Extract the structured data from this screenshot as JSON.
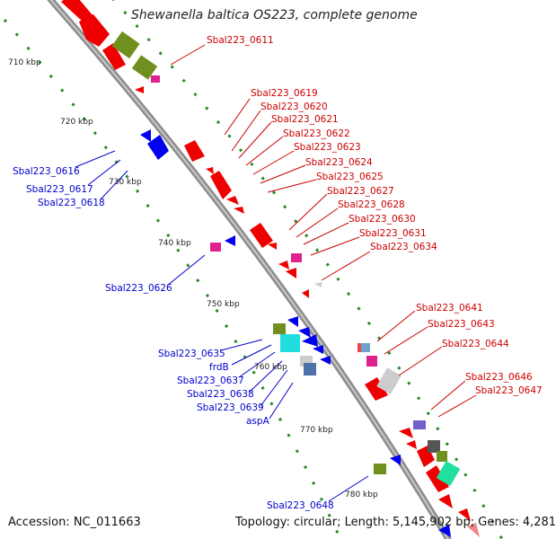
{
  "header": {
    "title": "Shewanella baltica OS223, complete genome"
  },
  "footer": {
    "accession": "Accession: NC_011663",
    "summary": "Topology: circular; Length: 5,145,902 bp; Genes: 4,281"
  },
  "colors": {
    "forward_label": "#cc0000",
    "reverse_label": "#0000cc",
    "backbone": "#9a9a9a",
    "tick_dots": "#2a8a2a"
  },
  "ticks": [
    "710 kbp",
    "720 kbp",
    "730 kbp",
    "740 kbp",
    "750 kbp",
    "760 kbp",
    "770 kbp",
    "780 kbp"
  ],
  "forward_labels": [
    "Sbal223_0611",
    "Sbal223_0619",
    "Sbal223_0620",
    "Sbal223_0621",
    "Sbal223_0622",
    "Sbal223_0623",
    "Sbal223_0624",
    "Sbal223_0625",
    "Sbal223_0627",
    "Sbal223_0628",
    "Sbal223_0630",
    "Sbal223_0631",
    "Sbal223_0634",
    "Sbal223_0641",
    "Sbal223_0643",
    "Sbal223_0644",
    "Sbal223_0646",
    "Sbal223_0647"
  ],
  "reverse_labels": [
    "Sbal223_0616",
    "Sbal223_0617",
    "Sbal223_0618",
    "Sbal223_0626",
    "Sbal223_0635",
    "frdB",
    "Sbal223_0637",
    "Sbal223_0638",
    "Sbal223_0639",
    "aspA",
    "Sbal223_0648"
  ]
}
